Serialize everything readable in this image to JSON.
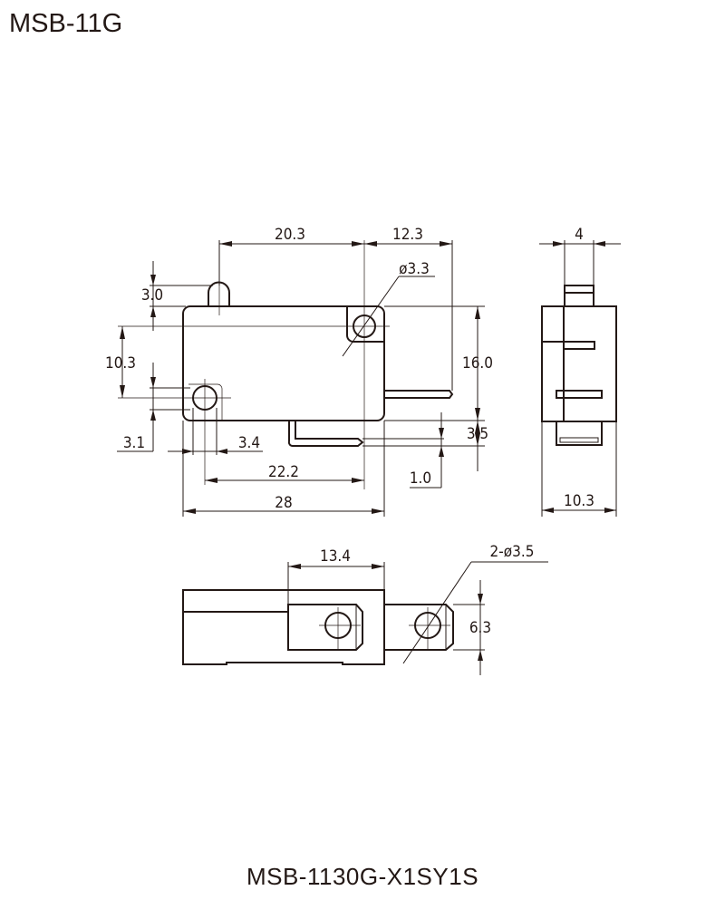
{
  "title": "MSB-11G",
  "model": "MSB-1130G-X1SY1S",
  "colors": {
    "line": "#231815",
    "background": "#ffffff"
  },
  "front_view": {
    "dims": {
      "actuator_to_hole": "20.3",
      "hole_to_terminal": "12.3",
      "hole_diameter": "ø3.3",
      "actuator_height": "3.0",
      "hole_spacing_vertical": "10.3",
      "height": "16.0",
      "terminal_offset": "3.5",
      "terminal_thickness": "1.0",
      "left_hole_offset": "3.1",
      "left_hole_diameter": "3.4",
      "hole_spacing_horizontal": "22.2",
      "length": "28"
    }
  },
  "side_view": {
    "dims": {
      "actuator_width": "4",
      "width": "10.3"
    }
  },
  "bottom_view": {
    "dims": {
      "terminal_length": "13.4",
      "terminal_holes": "2-ø3.5",
      "terminal_width": "6.3"
    }
  }
}
